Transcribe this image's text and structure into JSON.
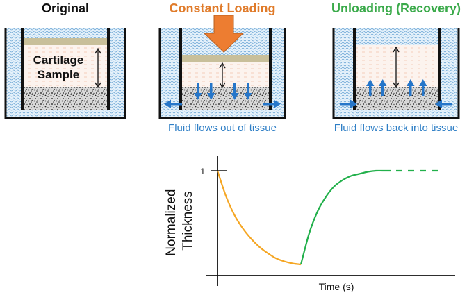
{
  "panels": {
    "original": {
      "title": "Original",
      "sample_label_line1": "Cartilage",
      "sample_label_line2": "Sample"
    },
    "loading": {
      "title": "Constant Loading",
      "caption": "Fluid flows out of tissue"
    },
    "recovery": {
      "title": "Unloading (Recovery)",
      "caption": "Fluid flows back into tissue"
    }
  },
  "colors": {
    "loading_title": "#e07b2a",
    "recovery_title": "#3aaa4a",
    "caption": "#2f7fc6",
    "fluid_arrow": "#2676c9",
    "load_arrow": "#ed7d31",
    "platen": "#c8bf9a",
    "cartilage": "#fbeee6",
    "water": "#d8ecf8",
    "curve_loading": "#f5a623",
    "curve_recovery": "#22b04b"
  },
  "icons": {
    "load": "down-arrow-icon",
    "flow": "arrow-icon"
  },
  "chart_data": {
    "type": "line",
    "title": "",
    "xlabel": "Time (s)",
    "ylabel": "Normalized Thickness",
    "y_ticks": [
      "1"
    ],
    "series": [
      {
        "phase": "loading",
        "color": "#f5a623",
        "style": "solid",
        "x": [
          0,
          0.1,
          0.2,
          0.3,
          0.4,
          0.5,
          0.6,
          0.7,
          0.8,
          0.9,
          1.0
        ],
        "y": [
          1.0,
          0.76,
          0.58,
          0.45,
          0.35,
          0.27,
          0.21,
          0.16,
          0.13,
          0.11,
          0.1
        ]
      },
      {
        "phase": "recovery",
        "color": "#22b04b",
        "style": "solid",
        "x": [
          1.0,
          1.1,
          1.2,
          1.3,
          1.4,
          1.5,
          1.6,
          1.7,
          1.8,
          1.9,
          2.0
        ],
        "y": [
          0.1,
          0.4,
          0.61,
          0.75,
          0.85,
          0.91,
          0.95,
          0.97,
          0.99,
          1.0,
          1.0
        ]
      },
      {
        "phase": "recovery-extrapolated",
        "color": "#22b04b",
        "style": "dashed",
        "x": [
          2.0,
          2.65
        ],
        "y": [
          1.0,
          1.0
        ]
      }
    ],
    "grid": false
  }
}
